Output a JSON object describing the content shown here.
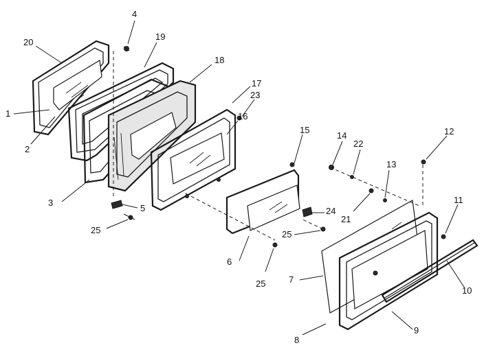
{
  "callouts": [
    {
      "id": "c1",
      "text": "1"
    },
    {
      "id": "c2",
      "text": "2"
    },
    {
      "id": "c3",
      "text": "3"
    },
    {
      "id": "c4",
      "text": "4"
    },
    {
      "id": "c5",
      "text": "5"
    },
    {
      "id": "c6",
      "text": "6"
    },
    {
      "id": "c7",
      "text": "7"
    },
    {
      "id": "c8",
      "text": "8"
    },
    {
      "id": "c9",
      "text": "9"
    },
    {
      "id": "c10",
      "text": "10"
    },
    {
      "id": "c11",
      "text": "11"
    },
    {
      "id": "c12",
      "text": "12"
    },
    {
      "id": "c13",
      "text": "13"
    },
    {
      "id": "c14",
      "text": "14"
    },
    {
      "id": "c15",
      "text": "15"
    },
    {
      "id": "c16",
      "text": "16"
    },
    {
      "id": "c17",
      "text": "17"
    },
    {
      "id": "c18",
      "text": "18"
    },
    {
      "id": "c19",
      "text": "19"
    },
    {
      "id": "c20",
      "text": "20"
    },
    {
      "id": "c21",
      "text": "21"
    },
    {
      "id": "c22",
      "text": "22"
    },
    {
      "id": "c23",
      "text": "23"
    },
    {
      "id": "c24",
      "text": "24"
    },
    {
      "id": "c25a",
      "text": "25"
    },
    {
      "id": "c25b",
      "text": "25"
    },
    {
      "id": "c25c",
      "text": "25"
    }
  ]
}
